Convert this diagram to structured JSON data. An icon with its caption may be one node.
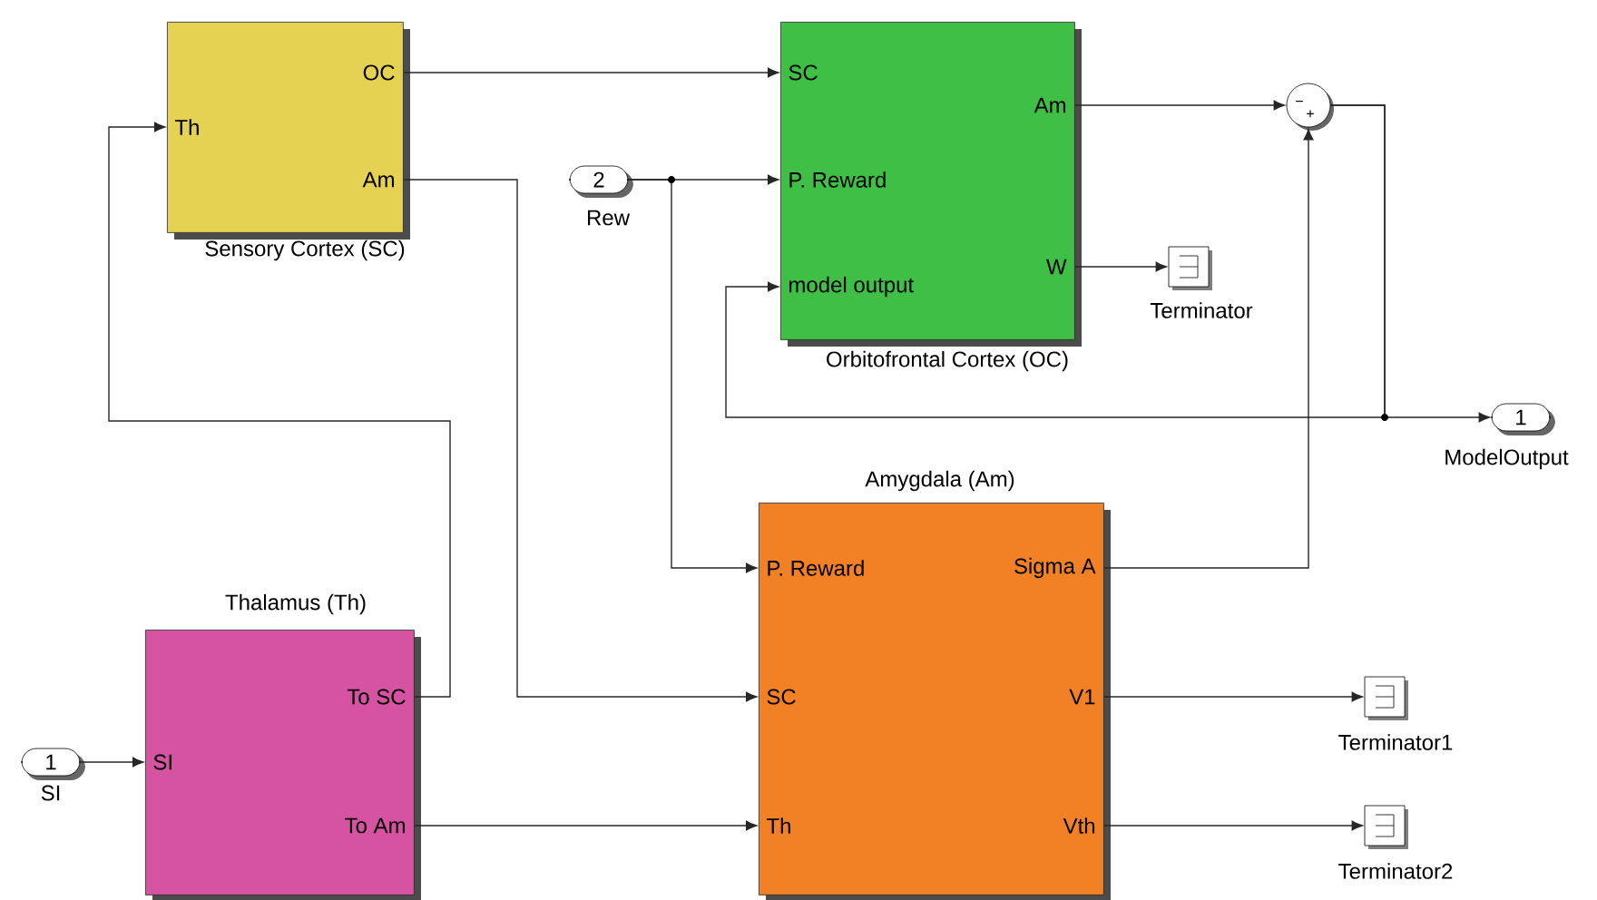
{
  "diagram": {
    "nodes": [
      {
        "text": [
          "OC",
          "Th",
          "Am"
        ],
        "beside": [
          "Sensory Cortex (SC)"
        ]
      },
      {
        "text": [
          "2"
        ],
        "beside": [
          "Rew"
        ]
      },
      {
        "text": [
          "SC",
          "Am",
          "P. Reward",
          "W",
          "model output"
        ],
        "beside": [
          "Orbitofrontal Cortex (OC)"
        ]
      },
      {
        "text": [
          "−",
          "+"
        ]
      },
      {
        "text": [],
        "shape": "box",
        "beside": [
          "Terminator"
        ]
      },
      {
        "text": [
          "1"
        ],
        "beside": [
          "ModelOutput"
        ]
      },
      {
        "text": [
          "To SC",
          "SI",
          "To Am"
        ],
        "beside": [
          "Thalamus (Th)"
        ]
      },
      {
        "text": [
          "1"
        ],
        "beside": [
          "SI"
        ]
      },
      {
        "text": [
          "P. Reward",
          "Sigma A",
          "SC",
          "V1",
          "Th",
          "Vth"
        ],
        "beside": [
          "Amygdala (Am)"
        ]
      },
      {
        "text": [],
        "shape": "box",
        "beside": [
          "Terminator1"
        ]
      },
      {
        "text": [],
        "shape": "box",
        "beside": [
          "Terminator2"
        ]
      }
    ],
    "edges": [
      {
        "from": 0,
        "to": 2,
        "arrow": "to"
      },
      {
        "from": 0,
        "to": 8,
        "arrow": "to"
      },
      {
        "from": 1,
        "to": 2,
        "arrow": "to"
      },
      {
        "from": 1,
        "to": 8,
        "arrow": "to"
      },
      {
        "from": 2,
        "to": 3,
        "arrow": "to"
      },
      {
        "from": 2,
        "to": 4,
        "arrow": "to"
      },
      {
        "from": 3,
        "to": 5,
        "arrow": "to"
      },
      {
        "from": 3,
        "to": 2,
        "arrow": "to"
      },
      {
        "from": 8,
        "to": 3,
        "arrow": "to"
      },
      {
        "from": 6,
        "to": 0,
        "arrow": "to"
      },
      {
        "from": 7,
        "to": 6,
        "arrow": "to"
      },
      {
        "from": 6,
        "to": 8,
        "arrow": "to"
      },
      {
        "from": 8,
        "to": 9,
        "arrow": "to"
      },
      {
        "from": 8,
        "to": 10,
        "arrow": "to"
      }
    ]
  }
}
